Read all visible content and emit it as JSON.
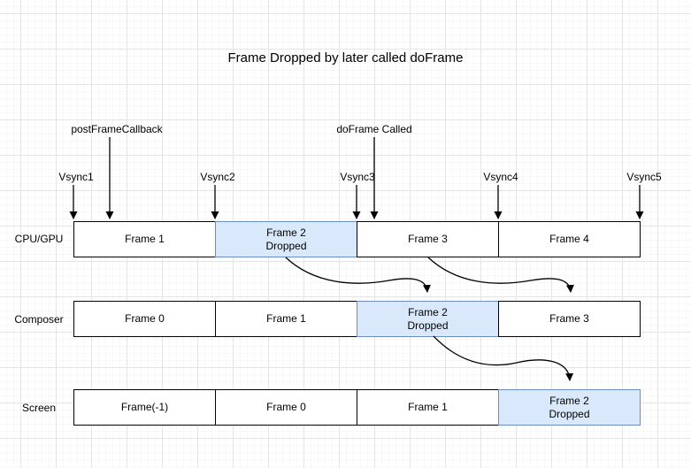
{
  "title": "Frame Dropped by later called doFrame",
  "annotations": {
    "post_frame_callback": "postFrameCallback",
    "do_frame_called": "doFrame Called"
  },
  "vsyncs": [
    {
      "label": "Vsync1"
    },
    {
      "label": "Vsync2"
    },
    {
      "label": "Vsync3"
    },
    {
      "label": "Vsync4"
    },
    {
      "label": "Vsync5"
    }
  ],
  "rows": [
    {
      "label": "CPU/GPU",
      "frames": [
        {
          "label": "Frame 1",
          "dropped": false
        },
        {
          "label": "Frame 2\nDropped",
          "dropped": true
        },
        {
          "label": "Frame 3",
          "dropped": false
        },
        {
          "label": "Frame 4",
          "dropped": false
        }
      ]
    },
    {
      "label": "Composer",
      "frames": [
        {
          "label": "Frame 0",
          "dropped": false
        },
        {
          "label": "Frame 1",
          "dropped": false
        },
        {
          "label": "Frame 2\nDropped",
          "dropped": true
        },
        {
          "label": "Frame 3",
          "dropped": false
        }
      ]
    },
    {
      "label": "Screen",
      "frames": [
        {
          "label": "Frame(-1)",
          "dropped": false
        },
        {
          "label": "Frame 0",
          "dropped": false
        },
        {
          "label": "Frame 1",
          "dropped": false
        },
        {
          "label": "Frame 2\nDropped",
          "dropped": true
        }
      ]
    }
  ],
  "colors": {
    "dropped_fill": "#dae8fc",
    "dropped_border": "#6c8ebf",
    "frame_fill": "#ffffff",
    "frame_border": "#000000",
    "arrow": "#000000",
    "grid_major": "#e4e4e4",
    "grid_minor": "#f7f7f7"
  }
}
